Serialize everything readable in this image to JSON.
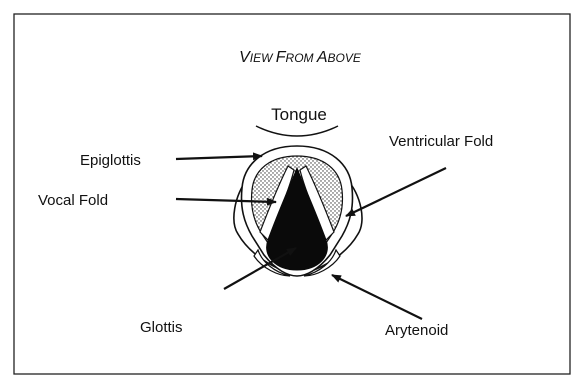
{
  "diagram": {
    "title_first_caps": [
      "V",
      "F",
      "A"
    ],
    "title_rest": [
      "IEW ",
      "ROM ",
      "BOVE"
    ],
    "labels": {
      "tongue": "Tongue",
      "epiglottis": "Epiglottis",
      "vocal_fold": "Vocal Fold",
      "ventricular_fold": "Ventricular Fold",
      "glottis": "Glottis",
      "arytenoid": "Arytenoid"
    }
  }
}
